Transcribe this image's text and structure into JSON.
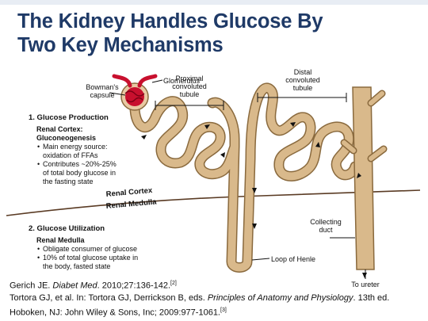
{
  "title": {
    "line1": "The Kidney Handles Glucose By",
    "line2": "Two Key Mechanisms"
  },
  "labels": {
    "bowmans": [
      "Bowman's",
      "capsule"
    ],
    "glomerulus": "Glomerulus",
    "proximal": [
      "Proximal",
      "convoluted",
      "tubule"
    ],
    "distal": [
      "Distal",
      "convoluted",
      "tubule"
    ],
    "renal_cortex": "Renal Cortex",
    "renal_medulla": "Renal Medulla",
    "collecting_duct": [
      "Collecting",
      "duct"
    ],
    "loop_of_henle": "Loop of Henle",
    "to_ureter": "To ureter"
  },
  "glucose_production": {
    "heading": "1. Glucose Production",
    "subheading": [
      "Renal Cortex:",
      "Gluconeogenesis"
    ],
    "bullets": [
      [
        "Main energy source:",
        "oxidation of FFAs"
      ],
      [
        "Contributes ~20%-25%",
        "of total body glucose in",
        "the fasting state"
      ]
    ]
  },
  "glucose_utilization": {
    "heading": "2. Glucose Utilization",
    "subheading": "Renal Medulla",
    "bullets": [
      [
        "Obligate consumer of glucose"
      ],
      [
        "10% of total glucose uptake in",
        "the body, fasted state"
      ]
    ]
  },
  "references": {
    "ref1_author": "Gerich JE. ",
    "ref1_journal": "Diabet Med",
    "ref1_rest": ". 2010;27:136-142.",
    "ref1_sup": "[2]",
    "ref2_a": "Tortora GJ, et al. In: Tortora GJ, Derrickson B, eds. ",
    "ref2_book": "Principles of Anatomy and Physiology",
    "ref2_b": ". 13th ed.",
    "ref2_c": "Hoboken, NJ: John Wiley & Sons, Inc; 2009:977-1061.",
    "ref2_sup": "[3]"
  },
  "colors": {
    "title": "#1f3a67",
    "tubule_fill": "#d9b98b",
    "tubule_stroke": "#8a6a3e",
    "glomerulus": "#c8102e"
  }
}
